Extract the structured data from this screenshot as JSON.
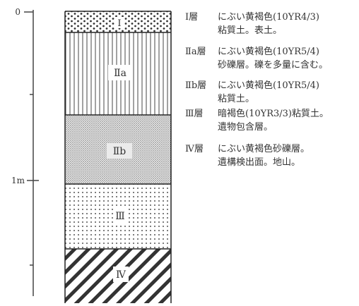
{
  "scale": {
    "top_label": "0",
    "mid_label": "1m"
  },
  "layers": [
    {
      "id": "I",
      "label": "Ⅰ",
      "pattern": "dots-coarse"
    },
    {
      "id": "IIa",
      "label": "Ⅱa",
      "pattern": "vertical-lines"
    },
    {
      "id": "IIb",
      "label": "Ⅱb",
      "pattern": "fine-stipple"
    },
    {
      "id": "III",
      "label": "Ⅲ",
      "pattern": "dots-grid"
    },
    {
      "id": "IV",
      "label": "Ⅳ",
      "pattern": "diagonal-hatch"
    }
  ],
  "descriptions": [
    {
      "name": "Ⅰ層",
      "line1": "にぶい黄褐色(10YR4/3)",
      "line2": "粘質土。表土。"
    },
    {
      "name": "Ⅱa層",
      "line1": "にぶい黄褐色(10YR5/4)",
      "line2": "砂礫層。礫を多量に含む。"
    },
    {
      "name": "Ⅱb層",
      "line1": "にぶい黄褐色(10YR5/4)",
      "line2": "粘質土。"
    },
    {
      "name": "Ⅲ層",
      "line1": "暗褐色(10YR3/3)粘質土。",
      "line2": "遺物包含層。"
    },
    {
      "name": "Ⅳ層",
      "line1": "にぶい黄褐色砂礫層。",
      "line2": "遺構検出面。地山。"
    }
  ]
}
